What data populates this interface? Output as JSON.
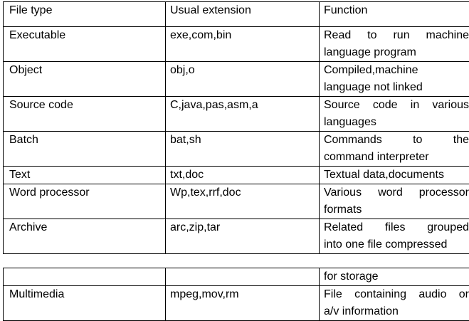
{
  "table": {
    "headers": [
      "File type",
      "Usual extension",
      "Function"
    ],
    "rows": [
      {
        "type": "Executable",
        "ext": "exe,com,bin",
        "func_l1": "Read   to   run   machine",
        "func_l2": "language program"
      },
      {
        "type": "Object",
        "ext": "obj,o",
        "func_l1": "Compiled,machine",
        "func_l2": "language not linked"
      },
      {
        "type": "Source code",
        "ext": "C,java,pas,asm,a",
        "func_l1": "Source  code  in  various",
        "func_l2": "languages"
      },
      {
        "type": "Batch",
        "ext": "bat,sh",
        "func_l1": "Commands        to        the",
        "func_l2": "command interpreter"
      },
      {
        "type": "Text",
        "ext": "txt,doc",
        "func_l1": "Textual data,documents",
        "func_l2": ""
      },
      {
        "type": "Word processor",
        "ext": "Wp,tex,rrf,doc",
        "func_l1": "Various  word  processor",
        "func_l2": "formats"
      },
      {
        "type": "Archive",
        "ext": "arc,zip,tar",
        "func_l1": "Related   files   grouped",
        "func_l2": "into one file compressed"
      }
    ],
    "continued": {
      "func_cont": "for storage",
      "row": {
        "type": "Multimedia",
        "ext": "mpeg,mov,rm",
        "func_l1": "File  containing  audio  or",
        "func_l2": "a/v information"
      }
    }
  }
}
